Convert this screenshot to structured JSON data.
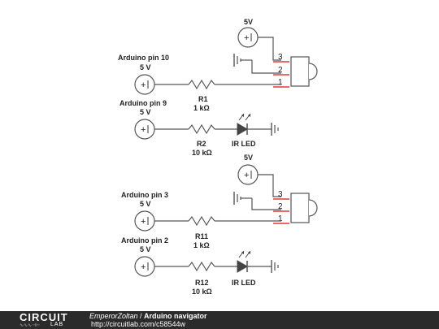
{
  "schematic": {
    "circuit_a": {
      "supply_label": "5V",
      "src1_title": "Arduino pin 10",
      "src1_voltage": "5 V",
      "resistor1_name": "R1",
      "resistor1_value": "1 kΩ",
      "src2_title": "Arduino pin 9",
      "src2_voltage": "5 V",
      "resistor2_name": "R2",
      "resistor2_value": "10 kΩ",
      "led_label": "IR LED",
      "pin3": "3",
      "pin2": "2",
      "pin1": "1"
    },
    "circuit_b": {
      "supply_label": "5V",
      "src1_title": "Arduino pin 3",
      "src1_voltage": "5 V",
      "resistor1_name": "R11",
      "resistor1_value": "1 kΩ",
      "src2_title": "Arduino pin 2",
      "src2_voltage": "5 V",
      "resistor2_name": "R12",
      "resistor2_value": "10 kΩ",
      "led_label": "IR LED",
      "pin3": "3",
      "pin2": "2",
      "pin1": "1"
    },
    "source_symbol": "+ |"
  },
  "footer": {
    "logo_top": "CIRCUIT",
    "logo_bottom": "LAB",
    "author": "EmperorZoltan",
    "separator": " / ",
    "title": "Arduino navigator",
    "url": "http://circuitlab.com/c58544w"
  },
  "colors": {
    "footer_bg": "#2b2b2b",
    "wire": "#555555",
    "pin_highlight": "#dd1111"
  }
}
